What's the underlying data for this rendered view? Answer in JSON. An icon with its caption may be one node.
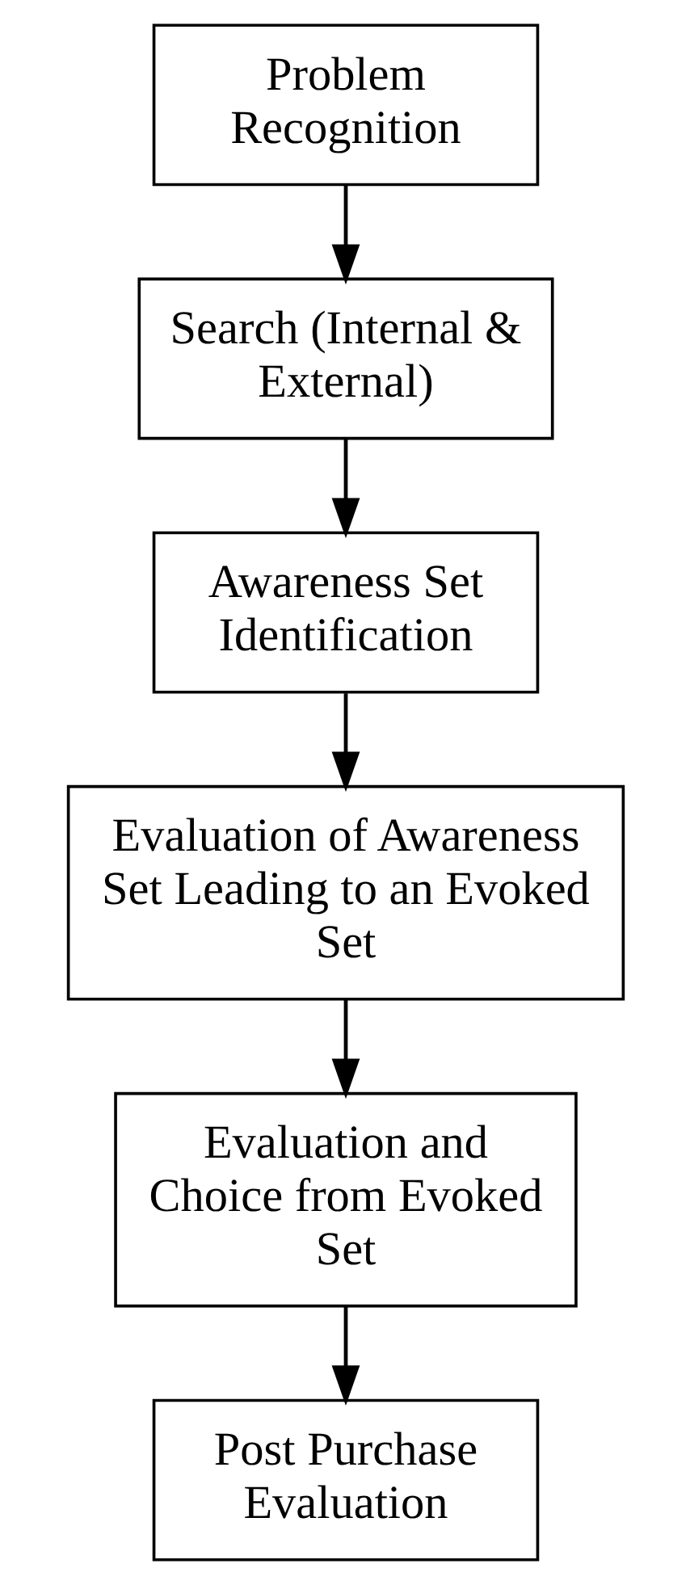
{
  "diagram": {
    "nodes": [
      {
        "text": [
          "Problem Recognition"
        ]
      },
      {
        "text": [
          "Search (Internal & External)"
        ]
      },
      {
        "text": [
          "Awareness Set Identification"
        ]
      },
      {
        "text": [
          "Evaluation of Awareness Set Leading to an Evoked Set"
        ]
      },
      {
        "text": [
          "Evaluation and Choice from Evoked Set"
        ]
      },
      {
        "text": [
          "Post Purchase Evaluation"
        ]
      }
    ],
    "edges": [
      {
        "from": 0,
        "to": 1,
        "arrow": "to"
      },
      {
        "from": 1,
        "to": 2,
        "arrow": "to"
      },
      {
        "from": 2,
        "to": 3,
        "arrow": "to"
      },
      {
        "from": 3,
        "to": 4,
        "arrow": "to"
      },
      {
        "from": 4,
        "to": 5,
        "arrow": "to"
      }
    ]
  }
}
